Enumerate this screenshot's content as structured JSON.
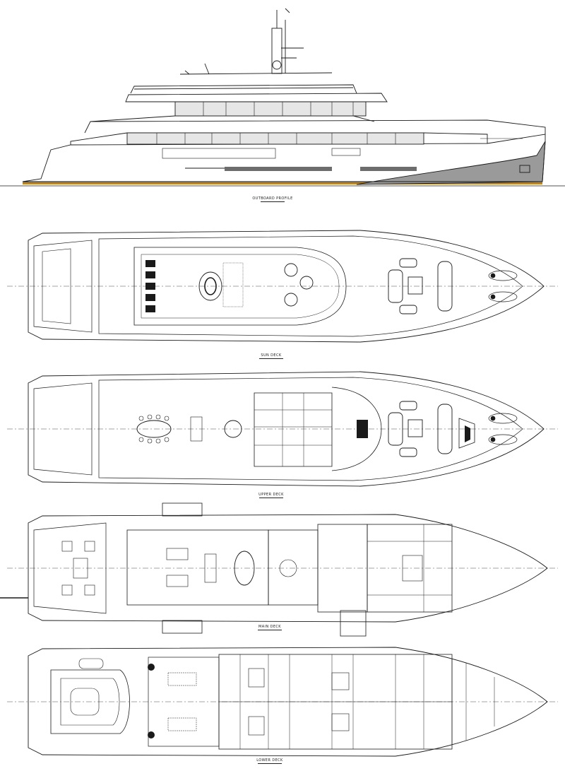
{
  "drawing": {
    "captions": {
      "profile": "OUTBOARD PROFILE",
      "sundeck": "SUN DECK",
      "upper_deck": "UPPER DECK",
      "main_deck": "MAIN DECK",
      "lower_deck": "LOWER DECK"
    },
    "colors": {
      "line": "#1a1a1a",
      "hull_shade": "#9a9a9a",
      "glazing": "#e6e6e6",
      "boot_stripe": "#b8862e",
      "window_band": "#6d6d6d"
    }
  }
}
